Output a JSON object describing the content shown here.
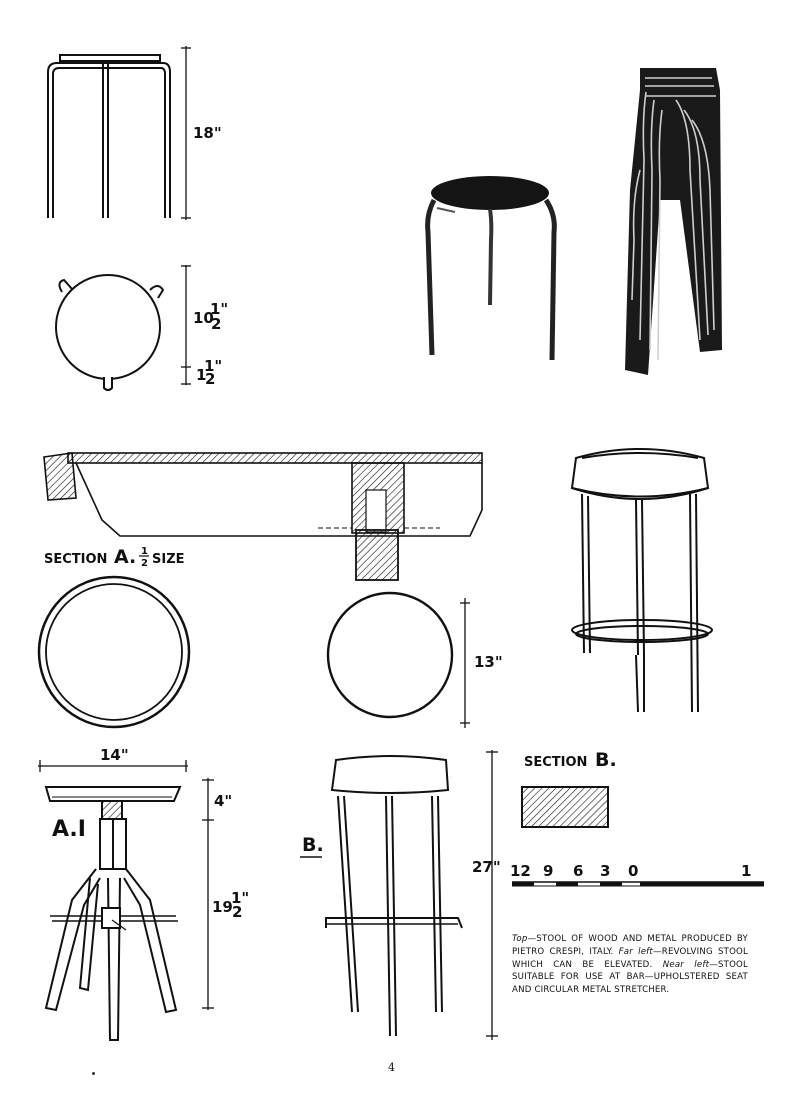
{
  "dimensions": {
    "stool_height": "18\"",
    "stool_top_diameter_whole": "10",
    "stool_top_diameter_frac": "1\"",
    "stool_top_diameter_den": "2",
    "leg_offset_whole": "1",
    "leg_offset_frac": "1\"",
    "leg_offset_den": "2",
    "bar_stool_seat_width": "13\"",
    "revolving_width": "14\"",
    "revolving_screw": "4\"",
    "revolving_height_whole": "19",
    "revolving_height_frac": "1\"",
    "revolving_height_den": "2",
    "bar_stool_height": "27\""
  },
  "labels": {
    "section_a": "SECTION",
    "section_a_letter": "A.",
    "section_a_scale_num": "1",
    "section_a_scale_den": "2",
    "section_a_size": "SIZE",
    "section_b": "SECTION",
    "section_b_letter": "B.",
    "fig_a1": "A.I",
    "fig_b": "B."
  },
  "scale_bar": {
    "ticks": [
      "12",
      "9",
      "6",
      "3",
      "0",
      "1"
    ]
  },
  "caption": {
    "top_label": "Top",
    "top_text": "—STOOL OF WOOD AND METAL PRODUCED BY PIETRO CRESPI, ITALY.",
    "far_left_label": "Far left",
    "far_left_text": "—REVOLVING STOOL WHICH CAN BE ELEVATED.",
    "near_left_label": "Near left",
    "near_left_text": "—STOOL SUITABLE FOR USE AT BAR—UPHOLSTERED SEAT AND CIRCULAR METAL STRETCHER."
  },
  "page_number": "4"
}
